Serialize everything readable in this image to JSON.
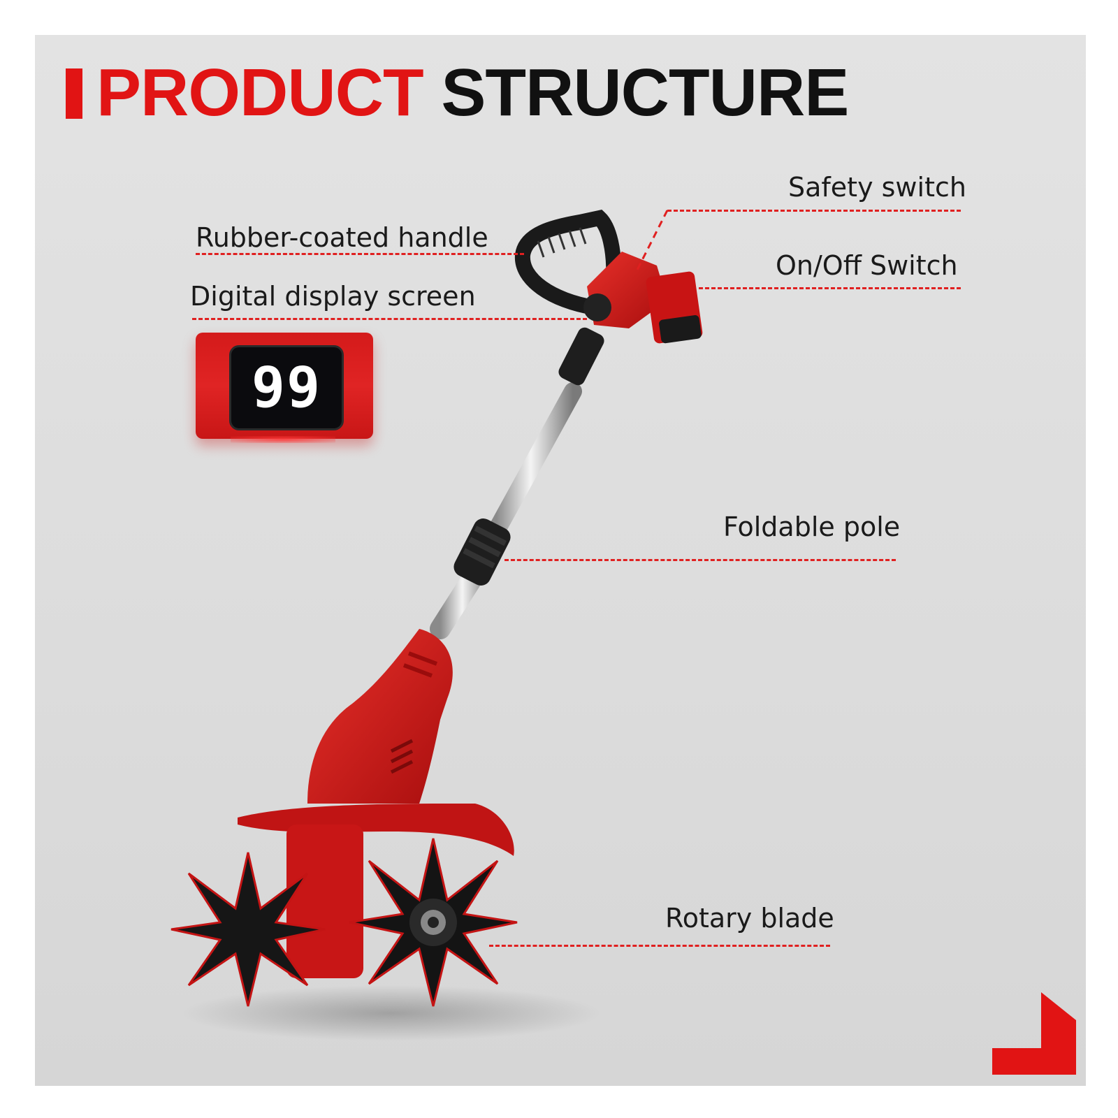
{
  "title": {
    "part1": "PRODUCT",
    "part2": "STRUCTURE"
  },
  "labels": {
    "safety_switch": "Safety switch",
    "rubber_handle": "Rubber-coated handle",
    "on_off_switch": "On/Off Switch",
    "digital_display": "Digital display screen",
    "foldable_pole": "Foldable pole",
    "rotary_blade": "Rotary blade"
  },
  "display": {
    "value": "99"
  },
  "colors": {
    "accent": "#e11414",
    "text": "#1a1a1a",
    "background": "#dedede"
  }
}
